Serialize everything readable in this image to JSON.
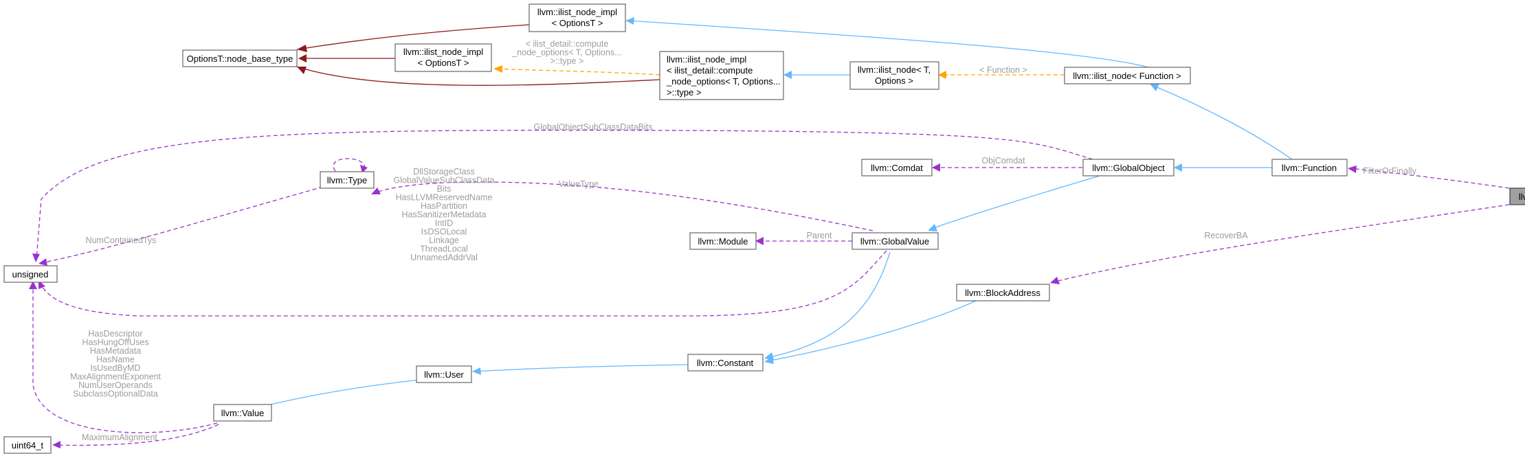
{
  "nodes": {
    "ilist_node_impl_options": [
      "llvm::ilist_node_impl",
      "< OptionsT >"
    ],
    "options_node_base": [
      "OptionsT::node_base_type"
    ],
    "ilist_node_impl_options2": [
      "llvm::ilist_node_impl",
      "< OptionsT >"
    ],
    "ilist_node_impl_compute": [
      "llvm::ilist_node_impl",
      "< ilist_detail::compute",
      "_node_options< T, Options...",
      ">::type >"
    ],
    "ilist_node_t": [
      "llvm::ilist_node< T,",
      "Options >"
    ],
    "ilist_node_function": [
      "llvm::ilist_node< Function >"
    ],
    "unsigned": [
      "unsigned"
    ],
    "type": [
      "llvm::Type"
    ],
    "comdat": [
      "llvm::Comdat"
    ],
    "global_object": [
      "llvm::GlobalObject"
    ],
    "function": [
      "llvm::Function"
    ],
    "seh_handler": [
      "llvm::SEHHandler"
    ],
    "module": [
      "llvm::Module"
    ],
    "global_value": [
      "llvm::GlobalValue"
    ],
    "block_address": [
      "llvm::BlockAddress"
    ],
    "constant": [
      "llvm::Constant"
    ],
    "user": [
      "llvm::User"
    ],
    "value": [
      "llvm::Value"
    ],
    "uint64": [
      "uint64_t"
    ]
  },
  "edge_labels": {
    "compute_options": [
      "< ilist_detail::compute",
      "_node_options< T, Options...",
      ">::type >"
    ],
    "function_tpl": [
      "< Function >"
    ],
    "subclass_data_bits": [
      "GlobalObjectSubClassDataBits"
    ],
    "obj_comdat": [
      "ObjComdat"
    ],
    "filter_or_finally": [
      "FilterOrFinally"
    ],
    "contained_tys": [
      "ContainedTys"
    ],
    "value_type": [
      "ValueType"
    ],
    "num_contained_tys": [
      "NumContainedTys"
    ],
    "parent": [
      "Parent"
    ],
    "recover_ba": [
      "RecoverBA"
    ],
    "global_value_bits": [
      "DllStorageClass",
      "GlobalValueSubClassData",
      "Bits",
      "HasLLVMReservedName",
      "HasPartition",
      "HasSanitizerMetadata",
      "IntID",
      "IsDSOLocal",
      "Linkage",
      "ThreadLocal",
      "UnnamedAddrVal"
    ],
    "value_bits": [
      "HasDescriptor",
      "HasHungOffUses",
      "HasMetadata",
      "HasName",
      "IsUsedByMD",
      "MaxAlignmentExponent",
      "NumUserOperands",
      "SubclassOptionalData"
    ],
    "max_alignment": [
      "MaximumAlignment"
    ]
  },
  "colors": {
    "public_inheritance": "#63b8ff",
    "private_inheritance": "#8b1a1a",
    "usage": "#9a32cd",
    "template_instance": "#ffa500",
    "highlight_fill": "#a0a0a0"
  }
}
